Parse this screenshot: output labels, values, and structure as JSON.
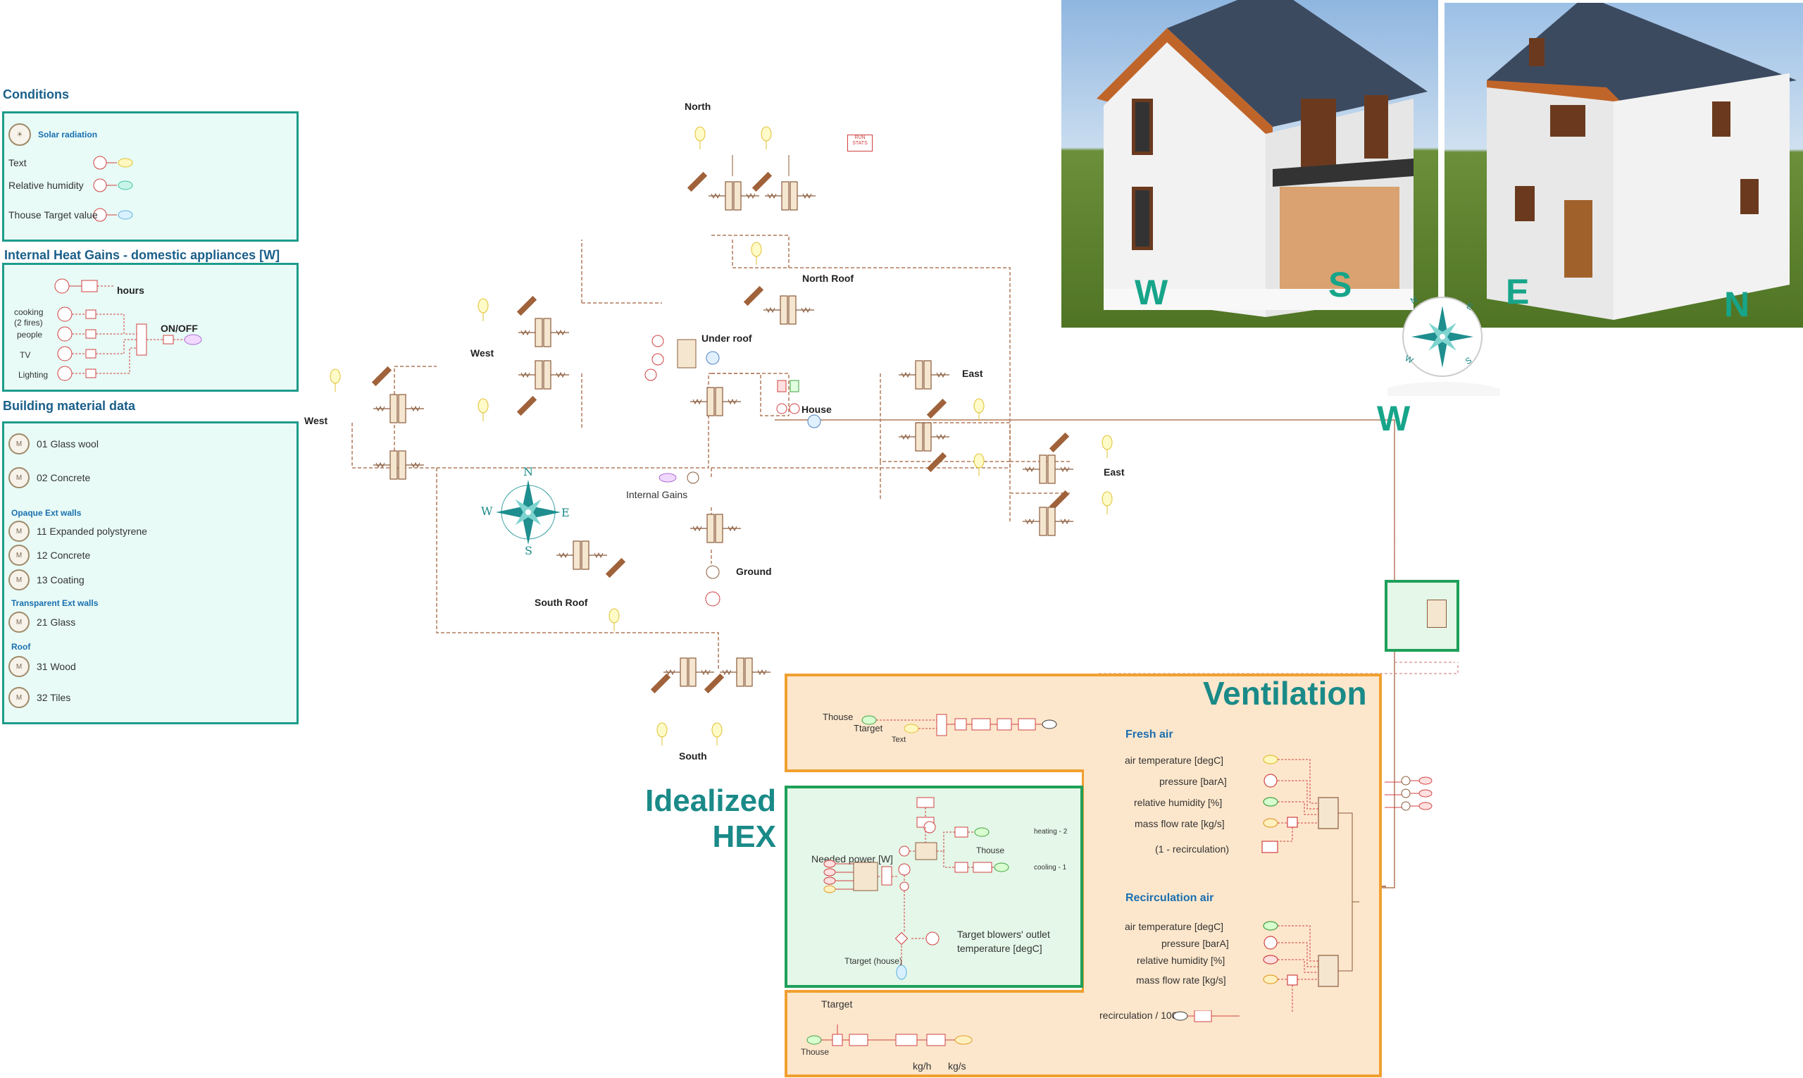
{
  "conditions": {
    "title": "Conditions",
    "solar": "Solar radiation",
    "text": "Text",
    "rh": "Relative humidity",
    "thouse": "Thouse Target value"
  },
  "internal_gains": {
    "title": "Internal Heat Gains - domestic appliances [W]",
    "hours": "hours",
    "cooking": "cooking\n(2 fires)",
    "people": "people",
    "tv": "TV",
    "lighting": "Lighting",
    "onoff": "ON/OFF"
  },
  "materials": {
    "title": "Building material data",
    "m1": "01 Glass wool",
    "m2": "02 Concrete",
    "opaque": "Opaque Ext walls",
    "m11": "11 Expanded polystyrene",
    "m12": "12 Concrete",
    "m13": "13 Coating",
    "transparent": "Transparent Ext walls",
    "m21": "21 Glass",
    "roof": "Roof",
    "m31": "31 Wood",
    "m32": "32 Tiles",
    "mark": "M"
  },
  "diagram": {
    "north": "North",
    "north_roof": "North Roof",
    "west1": "West",
    "west2": "West",
    "under_roof": "Under roof",
    "east1": "East",
    "east2": "East",
    "house": "House",
    "internal_gains": "Internal Gains",
    "ground": "Ground",
    "south_roof": "South Roof",
    "south": "South",
    "run_stats": "RUN\nSTATS",
    "compass": {
      "n": "N",
      "e": "E",
      "s": "S",
      "w": "W"
    }
  },
  "photos": {
    "w": "W",
    "s": "S",
    "e": "E",
    "n": "N",
    "w_big": "W"
  },
  "ventilation": {
    "title": "Ventilation",
    "thouse": "Thouse",
    "ttarget": "Ttarget",
    "text": "Text",
    "fresh_air": "Fresh air",
    "fa_temp": "air temperature [degC]",
    "fa_press": "pressure [barA]",
    "fa_rh": "relative humidity [%]",
    "fa_mfr": "mass flow rate [kg/s]",
    "fa_recirc": "(1 - recirculation)",
    "recirc_air": "Recirculation air",
    "ra_temp": "air temperature [degC]",
    "ra_press": "pressure [barA]",
    "ra_rh": "relative humidity [%]",
    "ra_mfr": "mass flow rate [kg/s]",
    "recirc100": "recirculation / 100",
    "ttarget2": "Ttarget",
    "thouse2": "Thouse",
    "kgh": "kg/h",
    "kgs": "kg/s"
  },
  "hex": {
    "title1": "Idealized",
    "title2": "HEX",
    "needed_power": "Needed power [W]",
    "thouse": "Thouse",
    "heating": "heating - 2",
    "cooling": "cooling - 1",
    "target_blowers": "Target blowers' outlet\ntemperature [degC]",
    "ttarget_house": "Ttarget (house)"
  },
  "colors": {
    "teal": "#1e9b8a",
    "panel_bg": "#e8fbf6",
    "orange": "#f1a030",
    "orange_bg": "#fde7cc",
    "green": "#1ea05a",
    "wire": "#b07a5a"
  }
}
